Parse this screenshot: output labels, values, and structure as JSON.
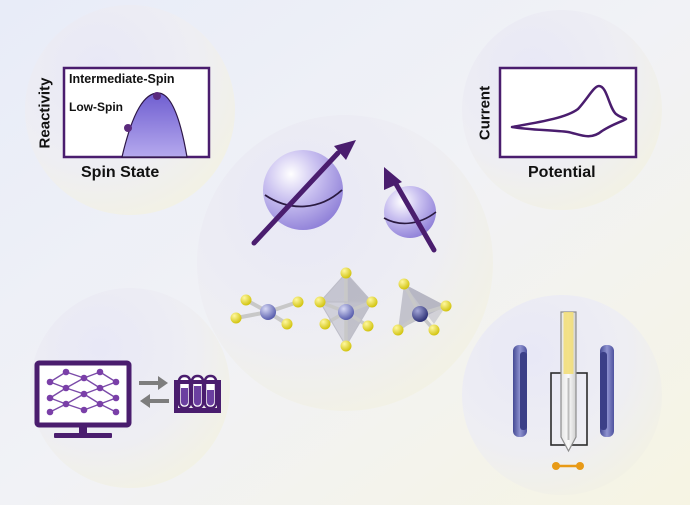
{
  "reactivity_plot": {
    "y_label": "Reactivity",
    "x_label": "Spin State",
    "high_label": "Intermediate-Spin",
    "low_label": "Low-Spin"
  },
  "cv_plot": {
    "y_label": "Current",
    "x_label": "Potential"
  },
  "colors": {
    "frame": "#4a1d6e",
    "accent": "#6b3fa0",
    "sphere": "#b3a6e6",
    "sulfur": "#e6d81c",
    "metal": "#7a7ec2",
    "electrode": "#6b6fb0",
    "tip": "#e89a16"
  },
  "icons": [
    "computer-network-icon",
    "exchange-arrows-icon",
    "test-tubes-icon",
    "epr-resonator-icon",
    "sample-tube-icon"
  ]
}
